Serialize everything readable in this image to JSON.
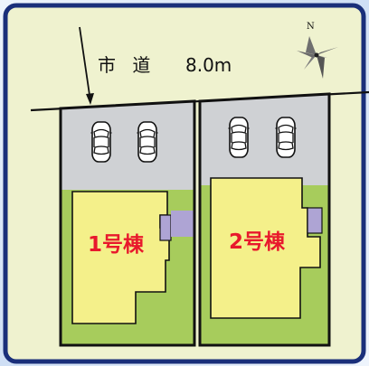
{
  "road": {
    "label": "市 道",
    "width_text": "8.0m"
  },
  "compass": {
    "north_label": "N",
    "icon": "compass-star-icon"
  },
  "lots": [
    {
      "label": "1号棟",
      "cars": 2
    },
    {
      "label": "2号棟",
      "cars": 2
    }
  ],
  "colors": {
    "frame_border": "#1a2f7a",
    "map_background": "#eff2cf",
    "outer_background": "#dfe9f8",
    "parking": "#cfd1d4",
    "yard": "#a7cc5c",
    "house": "#f4f08a",
    "annex": "#aea4d4",
    "lot_label": "#e8192c",
    "outline": "#111111"
  }
}
